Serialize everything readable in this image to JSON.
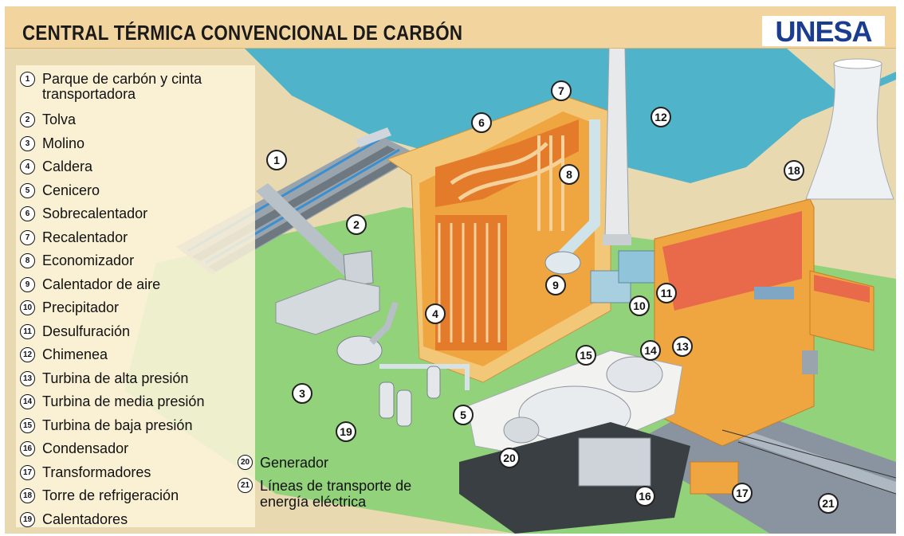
{
  "title": "CENTRAL TÉRMICA CONVENCIONAL DE CARBÓN",
  "logo_text": "UNESA",
  "colors": {
    "title_bg": "#f2d49f",
    "water": "#4fb4c9",
    "ground": "#e9d9b0",
    "lawn": "#92d27a",
    "boiler": "#f0a640",
    "roof": "#e86a4a",
    "logo": "#1b3d8f"
  },
  "legend": [
    {
      "num": "1",
      "label": "Parque de carbón y cinta transportadora"
    },
    {
      "num": "2",
      "label": "Tolva"
    },
    {
      "num": "3",
      "label": "Molino"
    },
    {
      "num": "4",
      "label": "Caldera"
    },
    {
      "num": "5",
      "label": "Cenicero"
    },
    {
      "num": "6",
      "label": "Sobrecalentador"
    },
    {
      "num": "7",
      "label": "Recalentador"
    },
    {
      "num": "8",
      "label": "Economizador"
    },
    {
      "num": "9",
      "label": "Calentador de aire"
    },
    {
      "num": "10",
      "label": "Precipitador"
    },
    {
      "num": "11",
      "label": "Desulfuración"
    },
    {
      "num": "12",
      "label": "Chimenea"
    },
    {
      "num": "13",
      "label": "Turbina de alta presión"
    },
    {
      "num": "14",
      "label": "Turbina de media presión"
    },
    {
      "num": "15",
      "label": "Turbina de baja presión"
    },
    {
      "num": "16",
      "label": "Condensador"
    },
    {
      "num": "17",
      "label": "Transformadores"
    },
    {
      "num": "18",
      "label": "Torre de refrigeración"
    },
    {
      "num": "19",
      "label": "Calentadores"
    },
    {
      "num": "20",
      "label": "Generador"
    },
    {
      "num": "21",
      "label": "Líneas de transporte de energía eléctrica"
    }
  ]
}
